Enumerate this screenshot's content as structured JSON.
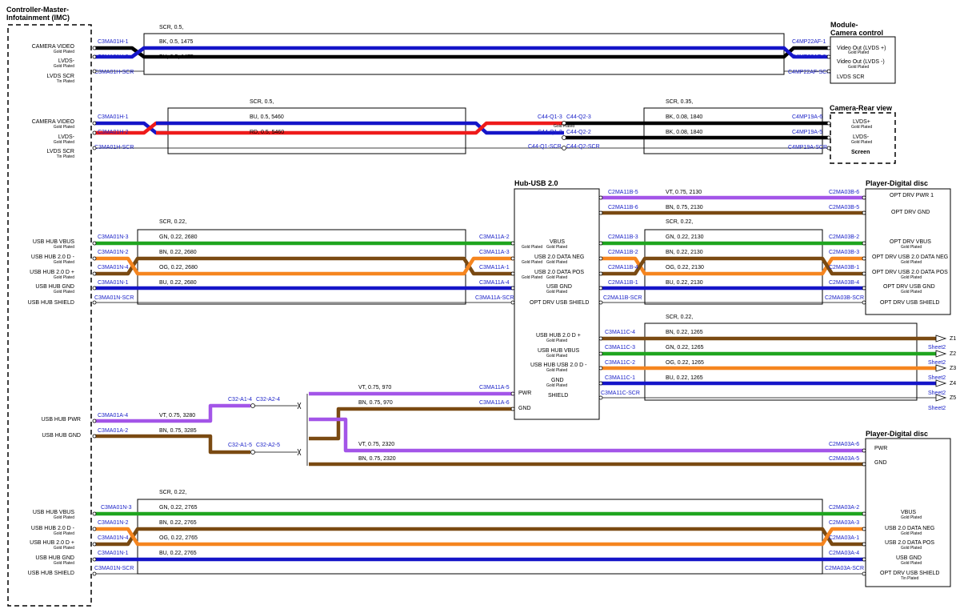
{
  "colors": {
    "BK": "#000000",
    "BU": "#1515c8",
    "RD": "#ee1a1a",
    "GN": "#1fa51f",
    "BN": "#7a4a12",
    "OG": "#f5851f",
    "VT": "#a355e8",
    "connector_text": "#1b22c8"
  },
  "common": {
    "gold": "Gold Plated",
    "tin": "Tin Plated"
  },
  "imc": {
    "title_line1": "Controller-Master-",
    "title_line2": "Infotainment (IMC)",
    "cam_video": "CAMERA VIDEO",
    "lvds_minus": "LVDS-",
    "lvds_scr": "LVDS SCR",
    "usb_vbus": "USB HUB VBUS",
    "usb_dminus": "USB HUB 2.0 D -",
    "usb_dplus": "USB HUB 2.0 D +",
    "usb_gnd": "USB HUB GND",
    "usb_shield": "USB HUB SHIELD",
    "usb_pwr": "USB HUB PWR",
    "usb_gnd2": "USB HUB GND"
  },
  "module_cam": {
    "title_line1": "Module-",
    "title_line2": "Camera control",
    "video_plus": "Video Out (LVDS +)",
    "video_minus": "Video Out (LVDS -)",
    "lvds_scr": "LVDS SCR"
  },
  "cam_rear": {
    "title": "Camera-Rear view",
    "lvds_plus": "LVDS+",
    "lvds_minus": "LVDS-",
    "screen": "Screen"
  },
  "hub": {
    "title": "Hub-USB 2.0",
    "vbus": "VBUS",
    "data_neg": "USB 2.0 DATA NEG",
    "data_pos": "USB 2.0 DATA POS",
    "gnd": "USB GND",
    "opt_shield": "OPT DRV USB SHIELD",
    "hub_dplus": "USB HUB 2.0 D +",
    "hub_vbus": "USB HUB VBUS",
    "hub_dminus": "USB HUB USB 2.0 D -",
    "gnd2": "GND",
    "shield": "SHIELD",
    "pwr": "PWR",
    "gnd3": "GND"
  },
  "player1": {
    "title": "Player-Digital disc",
    "pwr1": "OPT DRV PWR 1",
    "gnd": "OPT DRV GND",
    "vbus": "OPT DRV VBUS",
    "data_neg": "OPT DRV USB 2.0 DATA NEG",
    "data_pos": "OPT DRV USB 2.0 DATA POS",
    "usb_gnd": "OPT DRV USB GND",
    "shield": "OPT DRV USB SHIELD"
  },
  "player2": {
    "title": "Player-Digital disc",
    "pwr": "PWR",
    "gnd": "GND",
    "vbus": "VBUS",
    "data_neg": "USB 2.0 DATA NEG",
    "data_pos": "USB 2.0 DATA POS",
    "usb_gnd": "USB GND",
    "shield": "OPT DRV USB SHIELD"
  },
  "harness": {
    "scr_05": "SCR,  0.5,",
    "scr_05b": "SCR,  0.5,",
    "scr_035": "SCR,  0.35,",
    "scr_022a": "SCR,  0.22,",
    "scr_022b": "SCR,  0.22,",
    "scr_022c": "SCR,  0.22,",
    "scr_022d": "SCR,  0.22,"
  },
  "wires": {
    "w1": "BK,  0.5,  1475",
    "w2": "BU,  0.5,  1475",
    "w3": "BU,  0.5,  5460",
    "w4": "RD,  0.5,  5460",
    "w5": "BK,  0.08,  1840",
    "w6": "BK,  0.08,  1840",
    "w7": "GN,  0.22,  2680",
    "w8": "BN,  0.22,  2680",
    "w9": "OG,  0.22,  2680",
    "w10": "BU,  0.22,  2680",
    "w11": "VT,  0.75,  2130",
    "w12": "BN,  0.75,  2130",
    "w13": "GN,  0.22,  2130",
    "w14": "BN,  0.22,  2130",
    "w15": "OG,  0.22,  2130",
    "w16": "BU,  0.22,  2130",
    "w17": "BN,  0.22,  1265",
    "w18": "GN,  0.22,  1265",
    "w19": "OG,  0.22,  1265",
    "w20": "BU,  0.22,  1265",
    "w21": "VT,  0.75,  970",
    "w22": "BN,  0.75,  970",
    "w23": "VT,  0.75,  3280",
    "w24": "BN,  0.75,  3285",
    "w25": "VT,  0.75,  2320",
    "w26": "BN,  0.75,  2320",
    "w27": "GN,  0.22,  2765",
    "w28": "BN,  0.22,  2765",
    "w29": "OG,  0.22,  2765",
    "w30": "BU,  0.22,  2765"
  },
  "connectors": {
    "c1": "C3MA01H-1",
    "c2": "C3MA01H-2",
    "c3": "C3MA01H-SCR",
    "c4": "C4MP22AF-1",
    "c5": "C4MP22AF-2",
    "c6": "C4MP22AF-SCR",
    "c7": "C3MA01H-1",
    "c8": "C3MA01H-2",
    "c9": "C3MA01H-SCR",
    "c10": "C44-Q1-3",
    "c11": "C44-Q2-3",
    "c12": "C44-Q1-2",
    "c13": "C44-Q2-2",
    "c14": "C44-Q1-SCR",
    "c15": "C44-Q2-SCR",
    "c16": "C4MP19A-6",
    "c17": "C4MP19A-5",
    "c18": "C4MP19A-SCR",
    "c19": "C3MA01N-3",
    "c20": "C3MA01N-2",
    "c21": "C3MA01N-4",
    "c22": "C3MA01N-1",
    "c23": "C3MA01N-SCR",
    "c24": "C3MA11A-2",
    "c25": "C3MA11A-3",
    "c26": "C3MA11A-1",
    "c27": "C3MA11A-4",
    "c28": "C3MA11A-SCR",
    "c29": "C2MA11B-5",
    "c30": "C2MA11B-6",
    "c31": "C2MA11B-3",
    "c32": "C2MA11B-2",
    "c33": "C2MA11B-4",
    "c34": "C2MA11B-1",
    "c35": "C2MA11B-SCR",
    "c36": "C2MA03B-6",
    "c37": "C2MA03B-5",
    "c38": "C2MA03B-2",
    "c39": "C2MA03B-3",
    "c40": "C2MA03B-1",
    "c41": "C2MA03B-4",
    "c42": "C2MA03B-SCR",
    "c43": "C3MA11C-4",
    "c44": "C3MA11C-3",
    "c45": "C3MA11C-2",
    "c46": "C3MA11C-1",
    "c47": "C3MA11C-SCR",
    "c48": "C3MA11A-5",
    "c49": "C3MA11A-6",
    "c50": "C32-A1-4",
    "c51": "C32-A2-4",
    "c52": "C32-A1-5",
    "c53": "C32-A2-5",
    "c54": "C3MA01A-4",
    "c55": "C3MA01A-2",
    "c56": "C2MA03A-6",
    "c57": "C2MA03A-5",
    "c58": "C3MA01N-3",
    "c59": "C3MA01N-2",
    "c60": "C3MA01N-4",
    "c61": "C3MA01N-1",
    "c62": "C3MA01N-SCR",
    "c63": "C2MA03A-2",
    "c64": "C2MA03A-3",
    "c65": "C2MA03A-1",
    "c66": "C2MA03A-4",
    "c67": "C2MA03A-SCR"
  },
  "offpage": {
    "z1": "Z1",
    "z2": "Z2",
    "z3": "Z3",
    "z4": "Z4",
    "z5": "Z5",
    "sheet": "Sheet2"
  }
}
